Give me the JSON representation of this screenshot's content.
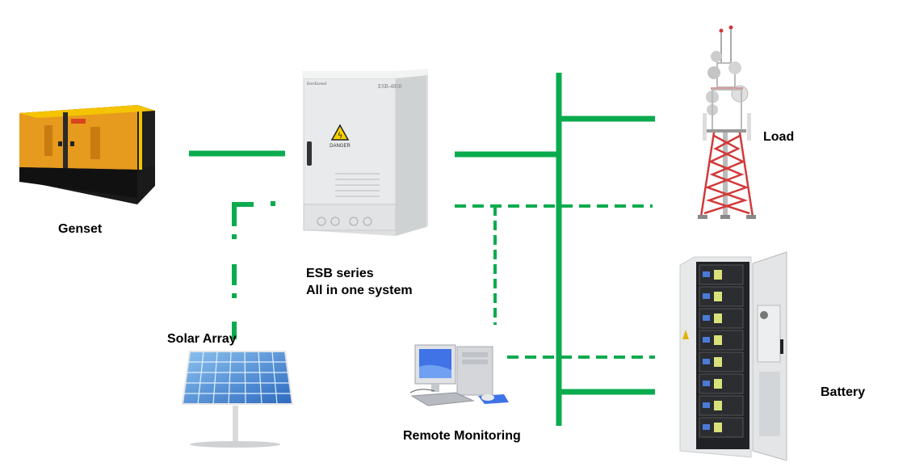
{
  "diagram": {
    "colors": {
      "wire": "#0aab4e",
      "genset_body": "#e69a1e",
      "genset_trim": "#f5c400",
      "tower_red": "#d23a3a",
      "cabinet": "#e8e9ea",
      "panel_blue": "#3a7fd0"
    },
    "nodes": {
      "genset": {
        "label": "Genset"
      },
      "esb": {
        "label_line1": "ESB series",
        "label_line2": "All in one system",
        "model_text": "ESB-4850",
        "brand_text": "EverExceed",
        "warning_text": "DANGER"
      },
      "load": {
        "label": "Load"
      },
      "battery": {
        "label": "Battery"
      },
      "solar": {
        "label": "Solar Array"
      },
      "monitor": {
        "label": "Remote Monitoring"
      }
    },
    "connections": [
      {
        "from": "genset",
        "to": "esb",
        "style": "solid"
      },
      {
        "from": "esb",
        "to": "bus",
        "style": "solid"
      },
      {
        "from": "bus",
        "to": "load",
        "style": "solid"
      },
      {
        "from": "bus",
        "to": "battery",
        "style": "solid"
      },
      {
        "from": "solar",
        "to": "esb",
        "style": "dash-dot"
      },
      {
        "from": "esb",
        "to": "load",
        "style": "dashed",
        "kind": "communication"
      },
      {
        "from": "monitor",
        "to": "battery",
        "style": "dashed",
        "kind": "communication"
      },
      {
        "from": "esb-comm",
        "to": "monitor",
        "style": "dashed",
        "kind": "communication"
      }
    ]
  }
}
